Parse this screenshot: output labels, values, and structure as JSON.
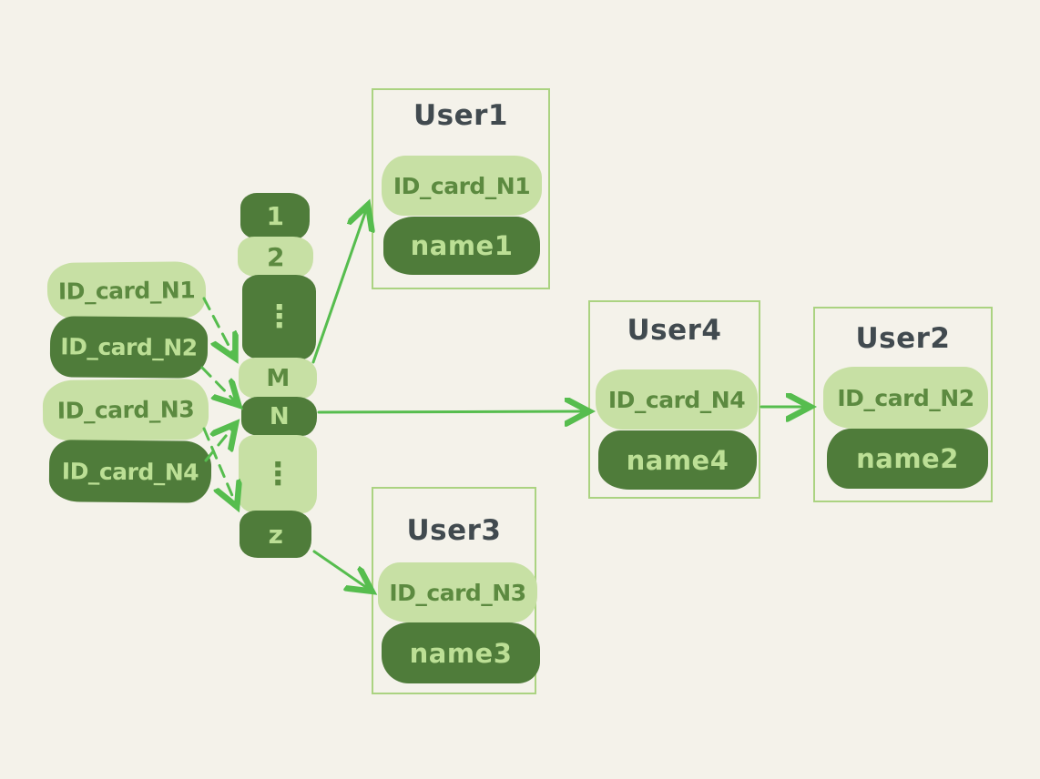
{
  "colors": {
    "background": "#f4f2ea",
    "light_green_fill": "#c7e0a4",
    "dark_green_fill": "#4f7c3a",
    "text_on_light": "#5c8a40",
    "text_on_dark": "#bcdf95",
    "arrow_green": "#56bd4e",
    "user_box_border": "#abd381",
    "user_title_color": "#414a4f"
  },
  "id_cards": [
    {
      "label": "ID_card_N1",
      "variant": "light"
    },
    {
      "label": "ID_card_N2",
      "variant": "dark"
    },
    {
      "label": "ID_card_N3",
      "variant": "light"
    },
    {
      "label": "ID_card_N4",
      "variant": "dark"
    }
  ],
  "bucket_array": {
    "cells": [
      {
        "label": "1",
        "variant": "dark"
      },
      {
        "label": "2",
        "variant": "light"
      },
      {
        "label": "⋮",
        "variant": "dark"
      },
      {
        "label": "M",
        "variant": "light"
      },
      {
        "label": "N",
        "variant": "dark"
      },
      {
        "label": "⋮",
        "variant": "light"
      },
      {
        "label": "z",
        "variant": "dark"
      }
    ]
  },
  "users": {
    "user1": {
      "title": "User1",
      "id_card": "ID_card_N1",
      "name": "name1"
    },
    "user2": {
      "title": "User2",
      "id_card": "ID_card_N2",
      "name": "name2"
    },
    "user3": {
      "title": "User3",
      "id_card": "ID_card_N3",
      "name": "name3"
    },
    "user4": {
      "title": "User4",
      "id_card": "ID_card_N4",
      "name": "name4"
    }
  },
  "edges": {
    "dashed": [
      {
        "from": "ID_card_N1",
        "to": "bucket M"
      },
      {
        "from": "ID_card_N2",
        "to": "bucket N"
      },
      {
        "from": "ID_card_N3",
        "to": "bucket z"
      },
      {
        "from": "ID_card_N4",
        "to": "bucket N"
      }
    ],
    "solid": [
      {
        "from": "bucket M",
        "to": "User1"
      },
      {
        "from": "bucket N",
        "to": "User4"
      },
      {
        "from": "User4",
        "to": "User2"
      },
      {
        "from": "bucket z",
        "to": "User3"
      }
    ]
  }
}
